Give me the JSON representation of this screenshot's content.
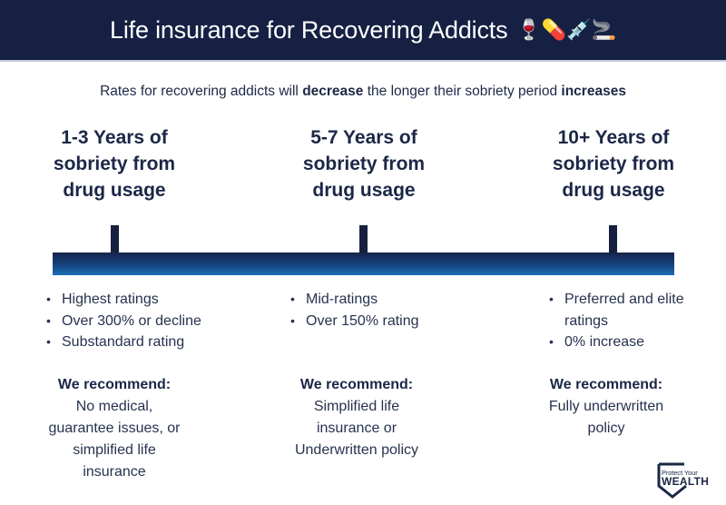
{
  "header": {
    "title": "Life insurance for Recovering Addicts",
    "emojis": "🍷💊💉🚬",
    "emoji_icons": [
      "wine-glass-icon",
      "pill-icon",
      "syringe-icon",
      "cigarette-icon"
    ],
    "background_color": "#152043"
  },
  "subtitle": {
    "part1": "Rates for recovering addicts will ",
    "bold1": "decrease",
    "part2": " the longer their sobriety period ",
    "bold2": "increases"
  },
  "timeline": {
    "gradient_colors": [
      "#17244a",
      "#15407a",
      "#1a6db7"
    ],
    "tick_color": "#17213f"
  },
  "columns": [
    {
      "heading": [
        "1-3 Years of",
        "sobriety from",
        "drug usage"
      ],
      "bullets": [
        "Highest ratings",
        "Over 300% or decline",
        "Substandard rating"
      ],
      "recommend_label": "We recommend:",
      "recommend_text": [
        "No medical,",
        "guarantee issues, or",
        "simplified life",
        "insurance"
      ]
    },
    {
      "heading": [
        "5-7 Years of",
        "sobriety from",
        "drug usage"
      ],
      "bullets": [
        "Mid-ratings",
        "Over 150% rating"
      ],
      "recommend_label": "We recommend:",
      "recommend_text": [
        "Simplified life",
        "insurance or",
        "Underwritten policy"
      ]
    },
    {
      "heading": [
        "10+ Years of",
        "sobriety from",
        "drug usage"
      ],
      "bullets": [
        "Preferred and elite ratings",
        "0% increase"
      ],
      "recommend_label": "We recommend:",
      "recommend_text": [
        "Fully underwritten",
        "policy"
      ]
    }
  ],
  "logo": {
    "top_text": "Protect Your",
    "bottom_text": "WEALTH"
  }
}
